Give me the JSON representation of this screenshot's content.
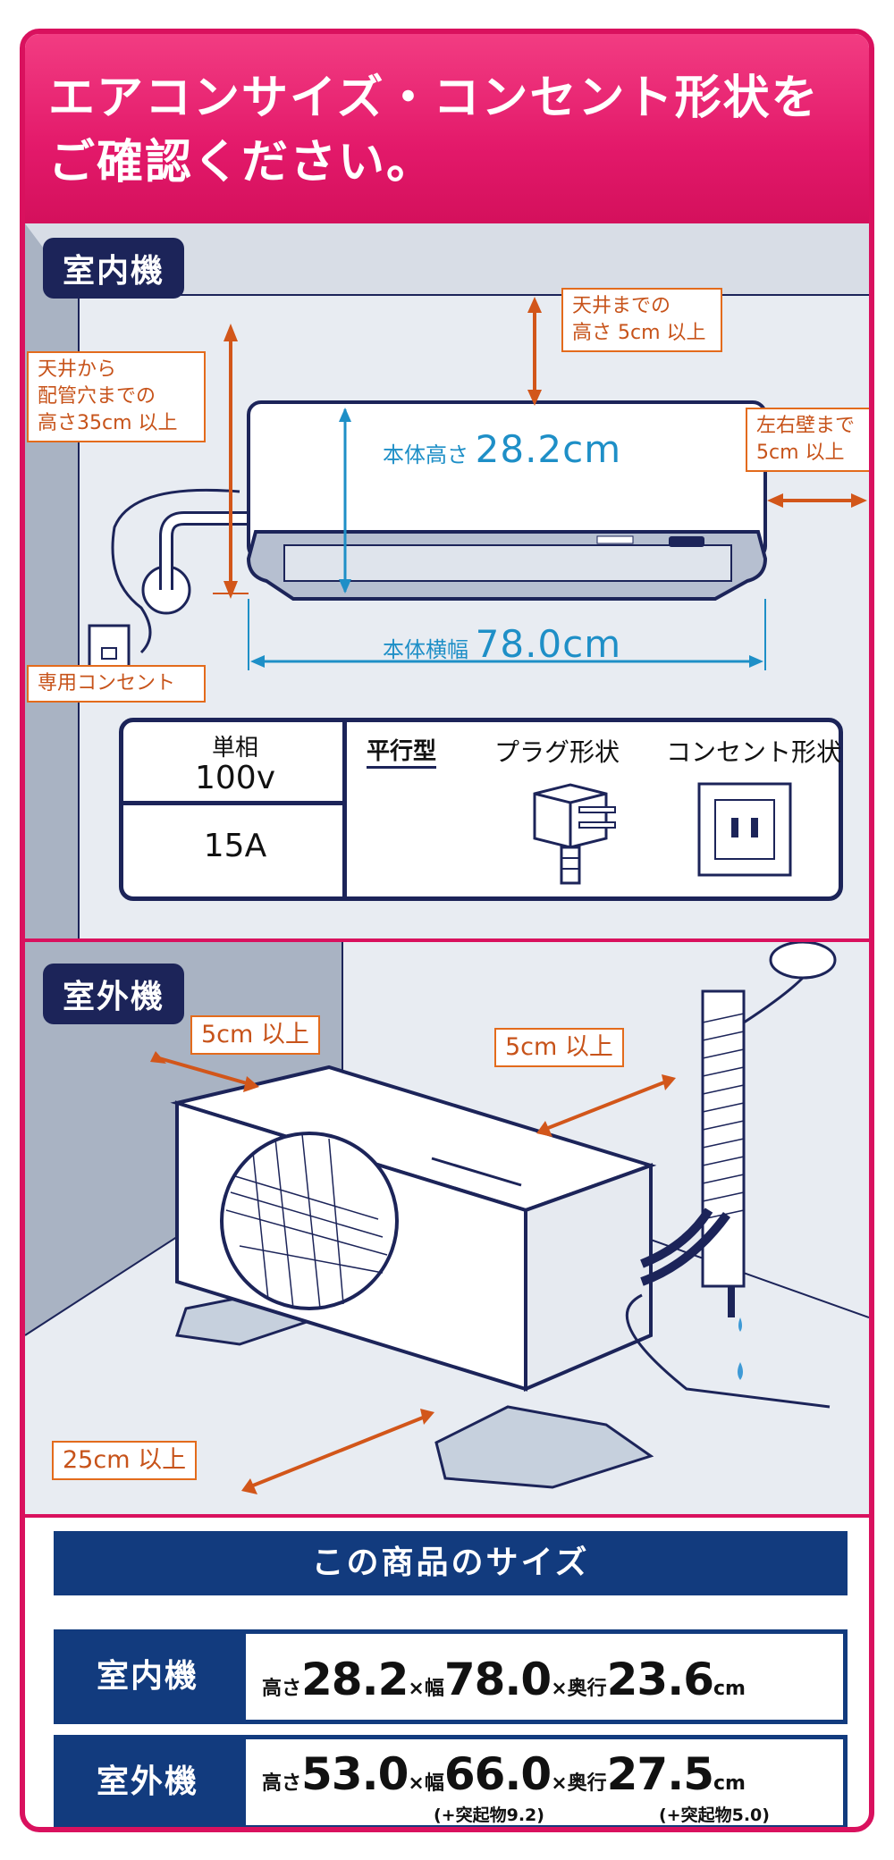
{
  "header": {
    "title": "エアコンサイズ・コンセント形状を\nご確認ください。"
  },
  "indoor": {
    "label": "室内機",
    "ceiling_clearance": "天井までの\n高さ 5cm 以上",
    "pipe_hole_height": "天井から\n配管穴までの\n高さ35cm 以上",
    "side_clearance": "左右壁まで\n5cm 以上",
    "body_height_label": "本体高さ",
    "body_height_value": "28.2cm",
    "body_width_label": "本体横幅",
    "body_width_value": "78.0cm",
    "outlet_label": "専用コンセント"
  },
  "spec": {
    "phase": "単相",
    "voltage": "100v",
    "amperage": "15A",
    "plug_type": "平行型",
    "plug_shape_label": "プラグ形状",
    "outlet_shape_label": "コンセント形状"
  },
  "outdoor": {
    "label": "室外機",
    "left_clearance": "5cm 以上",
    "back_clearance": "5cm 以上",
    "front_clearance": "25cm 以上"
  },
  "size_table": {
    "title": "この商品のサイズ",
    "height_label": "高さ",
    "width_label": "×幅",
    "depth_label": "×奥行",
    "unit": "cm",
    "rows": [
      {
        "label": "室内機",
        "height": "28.2",
        "width": "78.0",
        "depth": "23.6",
        "width_note": "",
        "depth_note": ""
      },
      {
        "label": "室外機",
        "height": "53.0",
        "width": "66.0",
        "depth": "27.5",
        "width_note": "(+突起物9.2)",
        "depth_note": "(+突起物5.0)"
      }
    ]
  },
  "colors": {
    "accent_pink": "#e3196a",
    "navy": "#1c2459",
    "table_navy": "#123b7e",
    "callout_orange": "#e36b1c",
    "dimension_blue": "#1e8fc7"
  }
}
